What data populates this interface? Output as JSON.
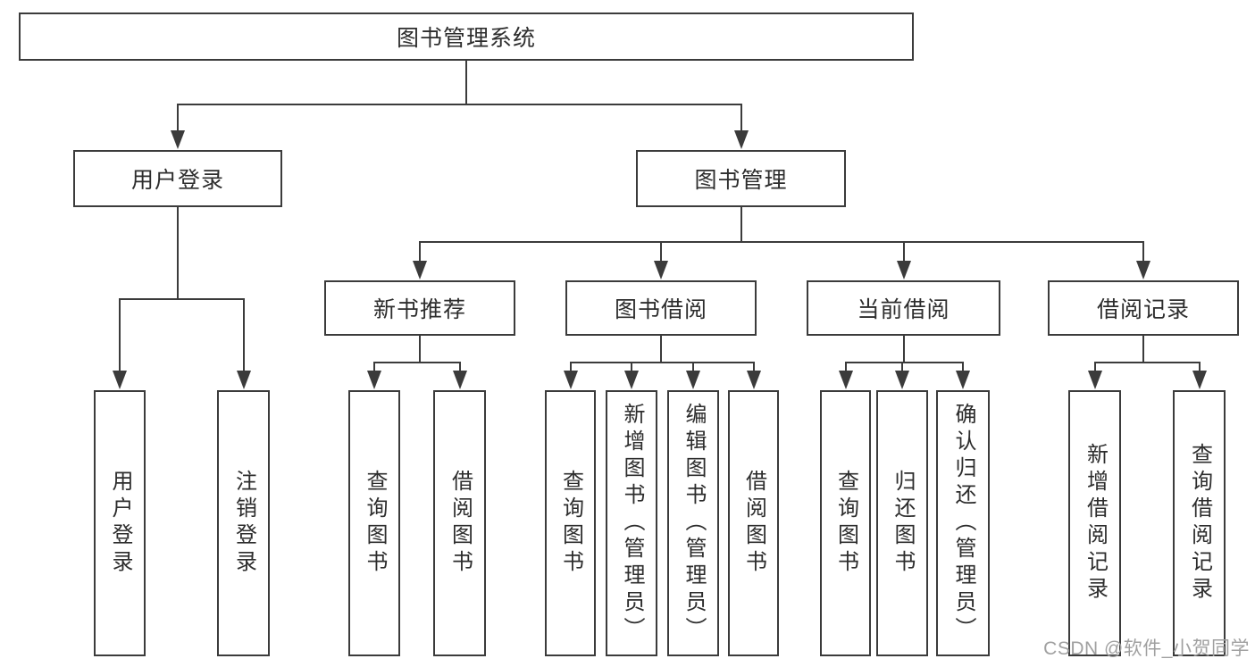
{
  "diagram_title": "图书管理系统",
  "colors": {
    "line": "#3b3b3b",
    "text": "#2d2d2d",
    "background": "#ffffff",
    "watermark": "#a0a0a0"
  },
  "nodes": [
    {
      "id": "library-management-system",
      "label": "图书管理系统",
      "parent": null
    },
    {
      "id": "user-login",
      "label": "用户登录",
      "parent": "library-management-system"
    },
    {
      "id": "book-management",
      "label": "图书管理",
      "parent": "library-management-system"
    },
    {
      "id": "new-book-recommendation",
      "label": "新书推荐",
      "parent": "book-management"
    },
    {
      "id": "book-borrowing",
      "label": "图书借阅",
      "parent": "book-management"
    },
    {
      "id": "current-borrowing",
      "label": "当前借阅",
      "parent": "book-management"
    },
    {
      "id": "borrowing-records",
      "label": "借阅记录",
      "parent": "book-management"
    },
    {
      "id": "user-login-leaf",
      "label": "用户登录",
      "parent": "user-login"
    },
    {
      "id": "logout-leaf",
      "label": "注销登录",
      "parent": "user-login"
    },
    {
      "id": "search-books-recommend",
      "label": "查询图书",
      "parent": "new-book-recommendation"
    },
    {
      "id": "borrow-books-recommend",
      "label": "借阅图书",
      "parent": "new-book-recommendation"
    },
    {
      "id": "search-books-borrowing",
      "label": "查询图书",
      "parent": "book-borrowing"
    },
    {
      "id": "add-books-admin",
      "label": "新增图书（管理员）",
      "parent": "book-borrowing"
    },
    {
      "id": "edit-books-admin",
      "label": "编辑图书（管理员）",
      "parent": "book-borrowing"
    },
    {
      "id": "borrow-books-borrowing",
      "label": "借阅图书",
      "parent": "book-borrowing"
    },
    {
      "id": "search-books-current",
      "label": "查询图书",
      "parent": "current-borrowing"
    },
    {
      "id": "return-books",
      "label": "归还图书",
      "parent": "current-borrowing"
    },
    {
      "id": "confirm-return-admin",
      "label": "确认归还（管理员）",
      "parent": "current-borrowing"
    },
    {
      "id": "add-borrow-record",
      "label": "新增借阅记录",
      "parent": "borrowing-records"
    },
    {
      "id": "search-borrow-record",
      "label": "查询借阅记录",
      "parent": "borrowing-records"
    }
  ],
  "watermark": {
    "text": "CSDN @软件_小贺同学"
  }
}
